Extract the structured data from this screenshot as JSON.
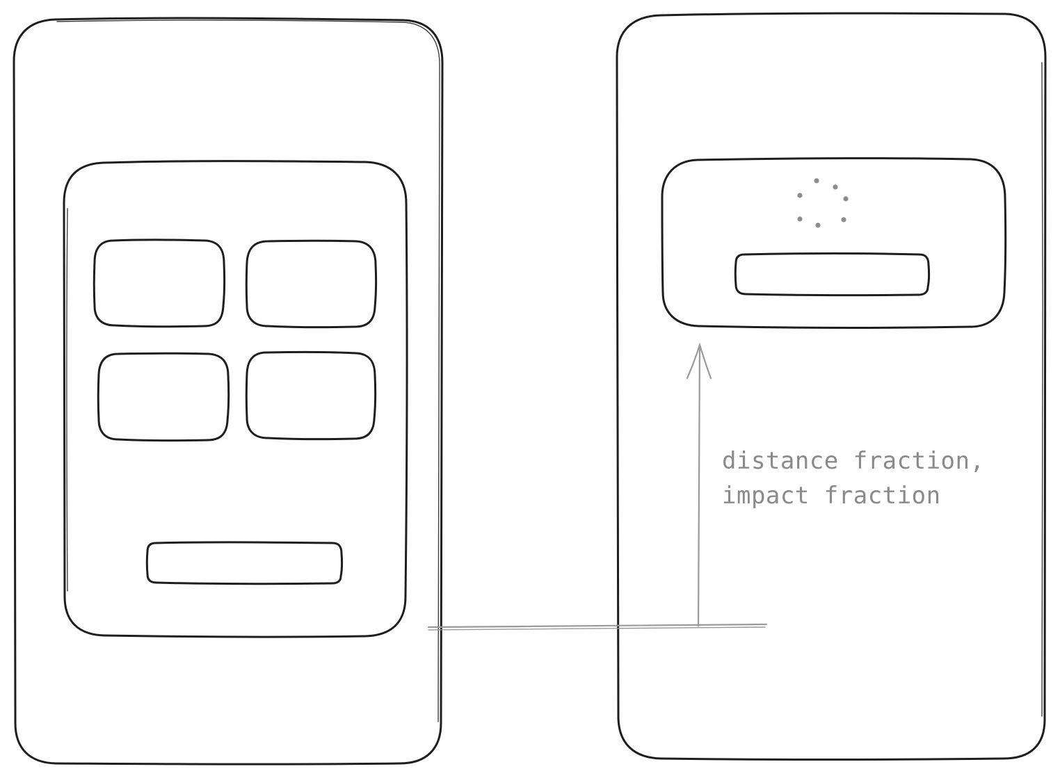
{
  "annotation": {
    "line1": "distance fraction,",
    "line2": "impact fraction"
  },
  "colors": {
    "stroke": "#1e1e1e",
    "annotation": "#8a8a8a",
    "background": "#ffffff"
  },
  "icons": {
    "spinner": "loading-spinner-icon",
    "arrow": "up-arrow"
  }
}
